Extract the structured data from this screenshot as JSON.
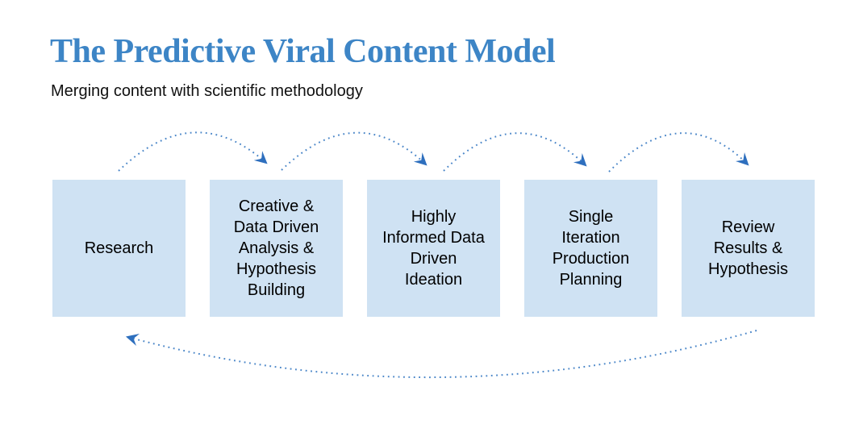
{
  "slide": {
    "title": "The Predictive Viral Content Model",
    "subtitle": "Merging content with scientific methodology"
  },
  "process": {
    "steps": [
      "Research",
      "Creative & Data Driven Analysis & Hypothesis Building",
      "Highly Informed Data Driven Ideation",
      "Single Iteration Production Planning",
      "Review Results & Hypothesis"
    ],
    "connectors": {
      "forward": {
        "style": "dotted-arc-arrow",
        "count": 4,
        "direction": "left-to-right",
        "links": [
          {
            "from": "Research",
            "to": "Creative & Data Driven Analysis & Hypothesis Building"
          },
          {
            "from": "Creative & Data Driven Analysis & Hypothesis Building",
            "to": "Highly Informed Data Driven Ideation"
          },
          {
            "from": "Highly Informed Data Driven Ideation",
            "to": "Single Iteration Production Planning"
          },
          {
            "from": "Single Iteration Production Planning",
            "to": "Review Results & Hypothesis"
          }
        ]
      },
      "feedback": {
        "style": "dotted-curve-arrow",
        "count": 1,
        "direction": "right-to-left",
        "from": "Review Results & Hypothesis",
        "to": "Research"
      }
    }
  },
  "colors": {
    "background": "#ffffff",
    "title": "#3d85c6",
    "subtitle_text": "#111111",
    "box_fill": "#cfe2f3",
    "box_text": "#000000",
    "arrow_dots": "#4a86c8",
    "arrowhead": "#2e6fbe"
  }
}
